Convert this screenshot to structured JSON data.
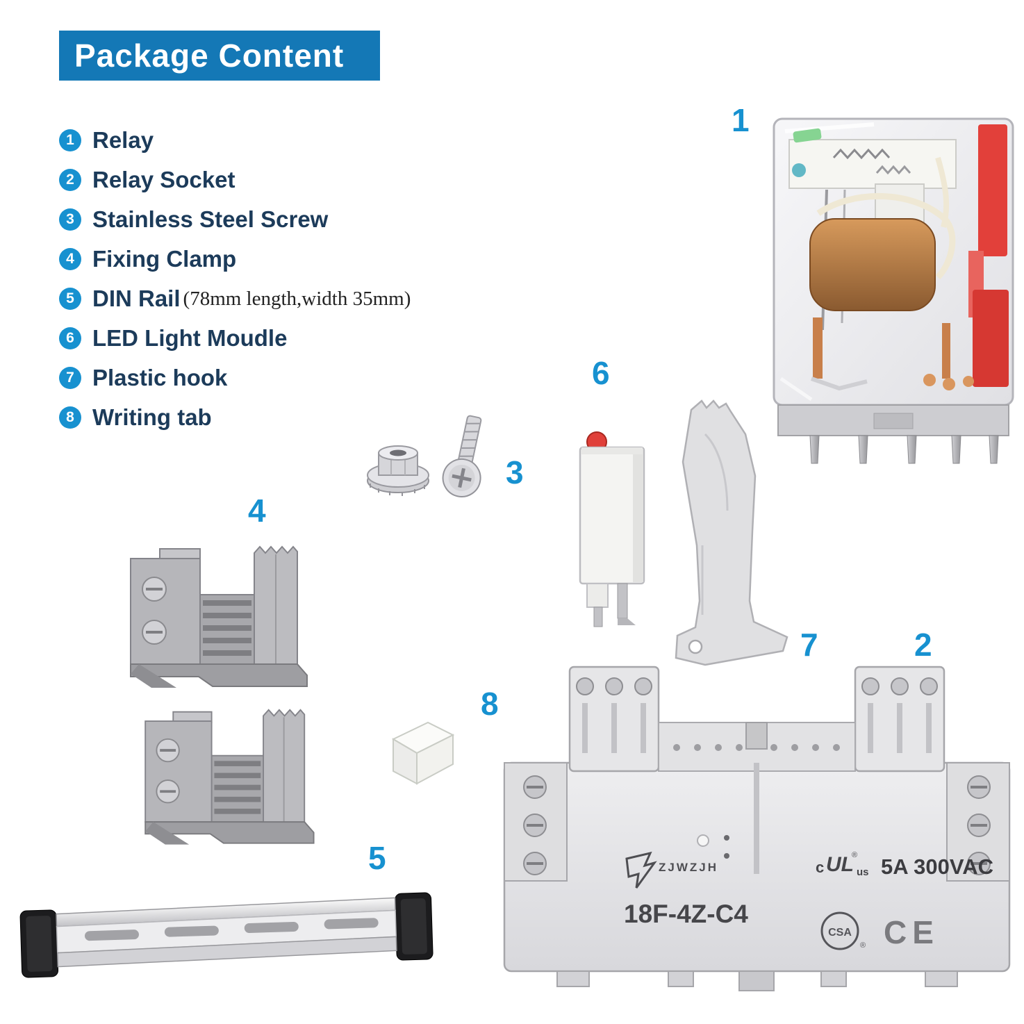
{
  "header": {
    "title": "Package Content"
  },
  "list": {
    "items": [
      {
        "num": "1",
        "label": "Relay",
        "note": ""
      },
      {
        "num": "2",
        "label": "Relay Socket",
        "note": ""
      },
      {
        "num": "3",
        "label": "Stainless Steel Screw",
        "note": ""
      },
      {
        "num": "4",
        "label": "Fixing Clamp",
        "note": ""
      },
      {
        "num": "5",
        "label": "DIN Rail",
        "note": "(78mm length,width 35mm)"
      },
      {
        "num": "6",
        "label": "LED Light Moudle",
        "note": ""
      },
      {
        "num": "7",
        "label": "Plastic hook",
        "note": ""
      },
      {
        "num": "8",
        "label": "Writing tab",
        "note": ""
      }
    ]
  },
  "callouts": {
    "relay": "1",
    "socket": "2",
    "screw": "3",
    "clamp": "4",
    "rail": "5",
    "led": "6",
    "hook": "7",
    "tab": "8"
  },
  "socket_markings": {
    "brand": "ZJWZJH",
    "model": "18F-4Z-C4",
    "ul_c": "c",
    "ul": "UL",
    "ul_us": "us",
    "rating": "5A 300VAC",
    "csa": "CSA",
    "reg": "®",
    "ce": "CE"
  },
  "colors": {
    "banner_blue": "#1478b6",
    "accent_blue": "#1791d0",
    "label_navy": "#1c3b5a",
    "led_red": "#e0403a"
  }
}
